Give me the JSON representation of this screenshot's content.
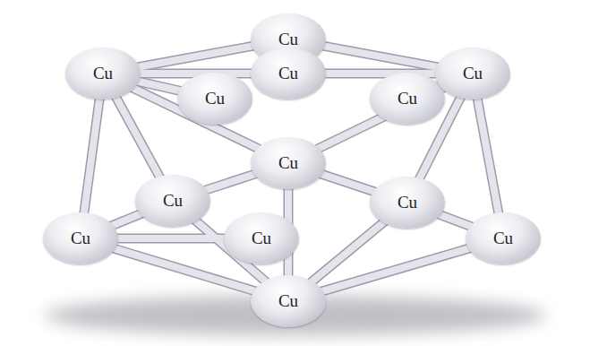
{
  "diagram": {
    "nodes": [
      {
        "text": [
          "Cu"
        ]
      },
      {
        "text": [
          "Cu"
        ]
      },
      {
        "text": [
          "Cu"
        ]
      },
      {
        "text": [
          "Cu"
        ]
      },
      {
        "text": [
          "Cu"
        ]
      },
      {
        "text": [
          "Cu"
        ]
      },
      {
        "text": [
          "Cu"
        ]
      },
      {
        "text": [
          "Cu"
        ]
      },
      {
        "text": [
          "Cu"
        ]
      },
      {
        "text": [
          "Cu"
        ]
      },
      {
        "text": [
          "Cu"
        ]
      },
      {
        "text": [
          "Cu"
        ]
      },
      {
        "text": [
          "Cu"
        ]
      }
    ],
    "edges": [
      {
        "from": 0,
        "to": 1,
        "arrow": "none"
      },
      {
        "from": 0,
        "to": 3,
        "arrow": "none"
      },
      {
        "from": 1,
        "to": 2,
        "arrow": "none"
      },
      {
        "from": 2,
        "to": 3,
        "arrow": "none"
      },
      {
        "from": 1,
        "to": 4,
        "arrow": "none"
      },
      {
        "from": 3,
        "to": 5,
        "arrow": "none"
      },
      {
        "from": 1,
        "to": 6,
        "arrow": "none"
      },
      {
        "from": 3,
        "to": 6,
        "arrow": "none"
      },
      {
        "from": 1,
        "to": 7,
        "arrow": "none"
      },
      {
        "from": 3,
        "to": 8,
        "arrow": "none"
      },
      {
        "from": 1,
        "to": 9,
        "arrow": "none"
      },
      {
        "from": 3,
        "to": 11,
        "arrow": "none"
      },
      {
        "from": 6,
        "to": 7,
        "arrow": "none"
      },
      {
        "from": 6,
        "to": 8,
        "arrow": "none"
      },
      {
        "from": 6,
        "to": 12,
        "arrow": "none"
      },
      {
        "from": 7,
        "to": 9,
        "arrow": "none"
      },
      {
        "from": 7,
        "to": 12,
        "arrow": "none"
      },
      {
        "from": 8,
        "to": 11,
        "arrow": "none"
      },
      {
        "from": 8,
        "to": 12,
        "arrow": "none"
      },
      {
        "from": 9,
        "to": 12,
        "arrow": "none"
      },
      {
        "from": 11,
        "to": 12,
        "arrow": "none"
      },
      {
        "from": 9,
        "to": 10,
        "arrow": "none"
      }
    ]
  }
}
